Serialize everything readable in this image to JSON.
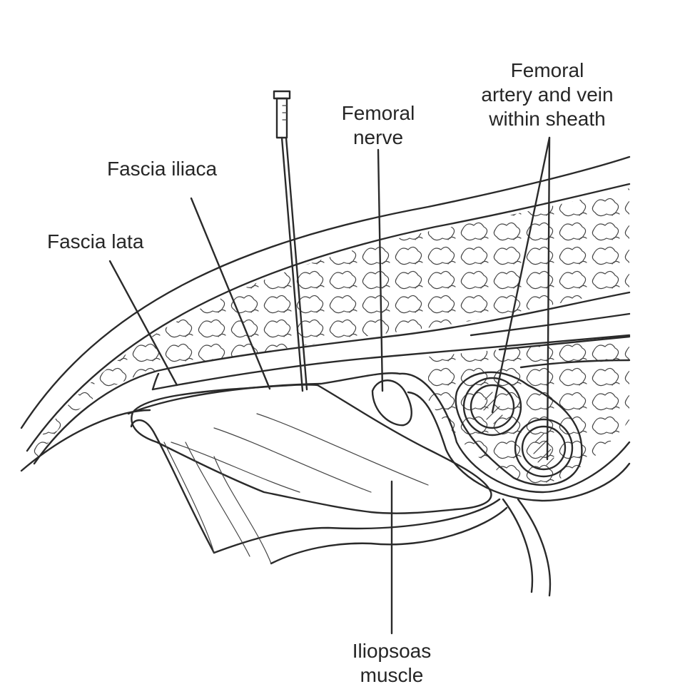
{
  "labels": {
    "femoral_vessels": [
      "Femoral",
      "artery and vein",
      "within sheath"
    ],
    "femoral_nerve": [
      "Femoral",
      "nerve"
    ],
    "fascia_iliaca": "Fascia iliaca",
    "fascia_lata": "Fascia lata",
    "iliopsoas": [
      "Iliopsoas",
      "muscle"
    ]
  },
  "colors": {
    "ink": "#2a2a2a",
    "background": "#ffffff"
  }
}
